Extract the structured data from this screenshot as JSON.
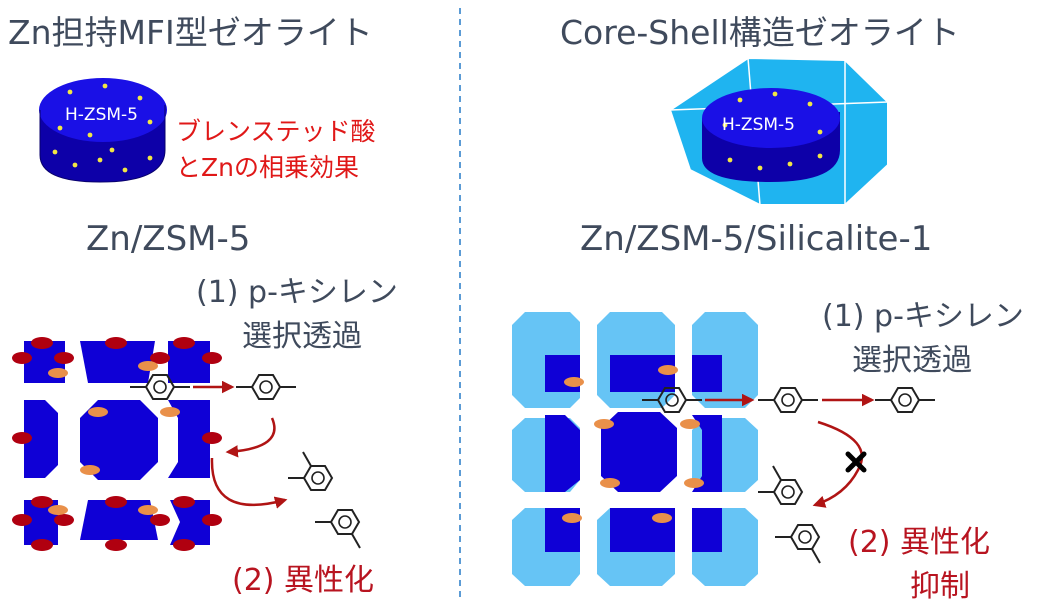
{
  "left": {
    "title": "Zn担持MFI型ゼオライト",
    "crystal_label": "H-ZSM-5",
    "synergy_line1": "ブレンステッド酸",
    "synergy_line2": "とZnの相乗効果",
    "catalyst": "Zn/ZSM-5",
    "step1_line1": "(1) p-キシレン",
    "step1_line2": "選択透過",
    "step2": "(2) 異性化"
  },
  "right": {
    "title": "Core-Shell構造ゼオライト",
    "crystal_label": "H-ZSM-5",
    "catalyst": "Zn/ZSM-5/Silicalite-1",
    "step1_line1": "(1) p-キシレン",
    "step1_line2": "選択透過",
    "step2_line1": "(2) 異性化",
    "step2_line2": "抑制"
  },
  "colors": {
    "zeolite_blue": "#0f00d6",
    "shell_blue": "#66c4f5",
    "zn_red": "#b00010",
    "acid_orange": "#e9904a",
    "arrow_red": "#b01414",
    "text_gray": "#3f4a5c",
    "highlight_red": "#e01818",
    "step2_red": "#b81420",
    "divider": "#5b9bd5"
  }
}
